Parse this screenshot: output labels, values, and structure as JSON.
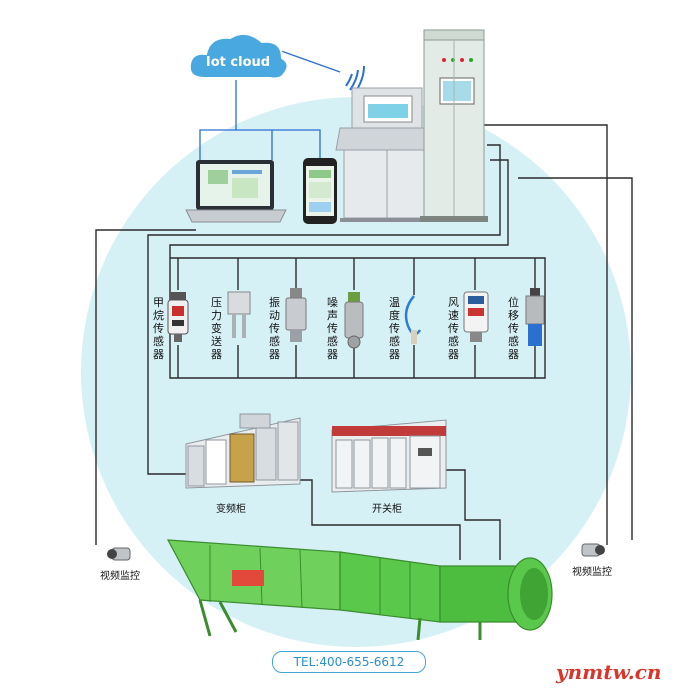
{
  "cloud": {
    "label": "Iot cloud"
  },
  "sensors": [
    {
      "label": "甲烷传感器",
      "icon": "methane-sensor-icon"
    },
    {
      "label": "压力变送器",
      "icon": "pressure-transmitter-icon"
    },
    {
      "label": "振动传感器",
      "icon": "vibration-sensor-icon"
    },
    {
      "label": "噪声传感器",
      "icon": "noise-sensor-icon"
    },
    {
      "label": "温度传感器",
      "icon": "temperature-sensor-icon"
    },
    {
      "label": "风速传感器",
      "icon": "wind-speed-sensor-icon"
    },
    {
      "label": "位移传感器",
      "icon": "displacement-sensor-icon"
    }
  ],
  "cabinets": {
    "inverter": "变频柜",
    "switch": "开关柜"
  },
  "cameras": {
    "left": "视频监控",
    "right": "视频监控"
  },
  "fan_panel": {
    "line1": "",
    "line2": ""
  },
  "contact": {
    "tel": "TEL:400-655-6612"
  },
  "watermark": "ynmtw.cn",
  "colors": {
    "circle": "#d6f1f6",
    "line": "#2b2b2b",
    "cloud_link": "#2b6fd1",
    "fan": "#5ac84a",
    "cloud": "#4aa8e0",
    "cabinet": "#dfe9e0"
  }
}
